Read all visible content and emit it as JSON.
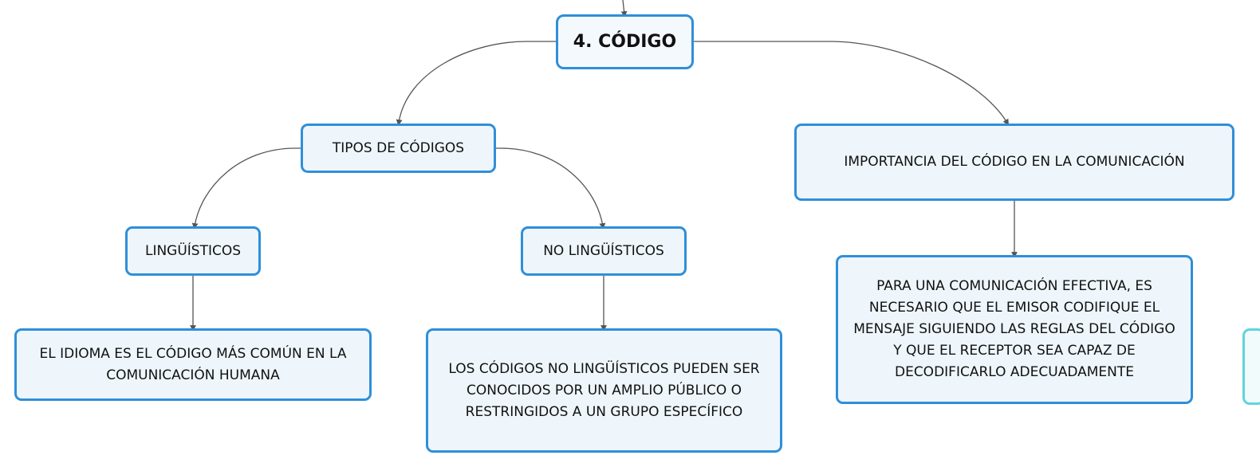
{
  "colors": {
    "node_border": "#2f8fd8",
    "node_fill": "#eef6fc",
    "connector": "#555555",
    "partial_node_border": "#62d3dc"
  },
  "nodes": {
    "root": "4. CÓDIGO",
    "tipos": "TIPOS DE CÓDIGOS",
    "importancia": "IMPORTANCIA DEL CÓDIGO EN LA COMUNICACIÓN",
    "linguisticos": "LINGÜÍSTICOS",
    "no_linguisticos": "NO LINGÜÍSTICOS",
    "idioma": "EL IDIOMA ES EL CÓDIGO MÁS COMÚN EN LA COMUNICACIÓN HUMANA",
    "no_ling_desc": "LOS CÓDIGOS NO LINGÜÍSTICOS PUEDEN SER CONOCIDOS POR UN AMPLIO PÚBLICO O RESTRINGIDOS A UN GRUPO ESPECÍFICO",
    "importancia_desc": "PARA UNA COMUNICACIÓN EFECTIVA, ES NECESARIO QUE EL EMISOR CODIFIQUE EL MENSAJE SIGUIENDO LAS REGLAS DEL CÓDIGO Y QUE EL RECEPTOR SEA CAPAZ DE DECODIFICARLO ADECUADAMENTE"
  }
}
